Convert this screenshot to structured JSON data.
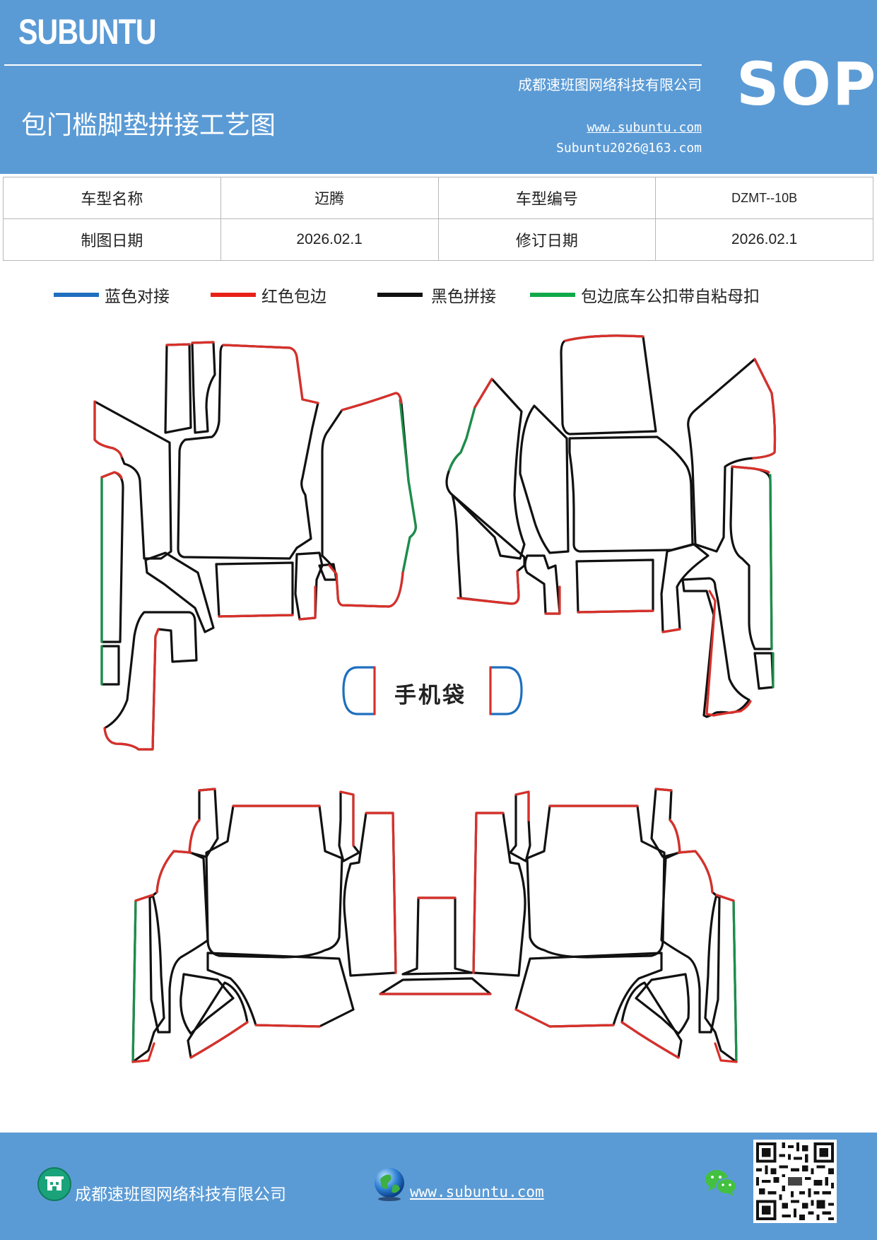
{
  "header": {
    "logo": "SUBUNTU",
    "company": "成都速班图网络科技有限公司",
    "title": "包门槛脚垫拼接工艺图",
    "website": "www.subuntu.com",
    "email": "Subuntu2026@163.com",
    "badge": "SOP"
  },
  "info_table": {
    "row1": {
      "label1": "车型名称",
      "value1": "迈腾",
      "label2": "车型编号",
      "value2": "DZMT--10B"
    },
    "row2": {
      "label1": "制图日期",
      "value1": "2026.02.1",
      "label2": "修订日期",
      "value2": "2026.02.1"
    }
  },
  "legend": [
    {
      "label": "蓝色对接",
      "color": "#1f6fbf"
    },
    {
      "label": "红色包边",
      "color": "#e8201a"
    },
    {
      "label": "黑色拼接",
      "color": "#111111"
    },
    {
      "label": "包边底车公扣带自粘母扣",
      "color": "#11a84a"
    }
  ],
  "diagram": {
    "phone_pocket_label": "手机袋"
  },
  "footer": {
    "company": "成都速班图网络科技有限公司",
    "website": "www.subuntu.com "
  },
  "colors": {
    "header_bg": "#5b9bd5",
    "blue": "#1f6fbf",
    "red": "#d9302a",
    "black": "#111111",
    "green": "#1a8f4a"
  }
}
